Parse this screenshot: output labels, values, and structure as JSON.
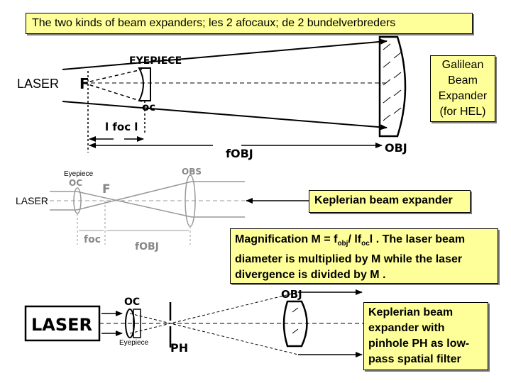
{
  "title": "The two kinds of beam expanders; les 2 afocaux; de 2 bundelverbreders",
  "galilean": {
    "label": "LASER",
    "box_lines": [
      "Galilean",
      "Beam",
      "Expander",
      "(for HEL)"
    ],
    "eyepiece": "EYEPIECE",
    "focus": "F",
    "oc": "oc",
    "f_oc": "l foc l",
    "obj": "OBJ",
    "f_obj": "fOBJ"
  },
  "keplerian": {
    "eyepiece_label": "Eyepiece",
    "laser_label": "LASER",
    "box": "Keplerian beam expander",
    "oc": "OC",
    "obs": "OBS",
    "focus": "F",
    "f_oc": "foc",
    "f_obj": "fOBJ"
  },
  "magnification": {
    "t1": "Magnification M = f",
    "s1": "obj",
    "t2": "/ lf",
    "s2": "oc",
    "t3": "l . The laser beam",
    "line2": "diameter is multiplied by M while the laser",
    "line3": "divergence is divided by M ."
  },
  "pinhole": {
    "laser_box": "LASER",
    "oc": "OC",
    "ph": "PH",
    "obj": "OBJ",
    "eyepiece_label": "Eyepiece",
    "box_lines": [
      "Keplerian beam",
      "expander with",
      "pinhole PH as low-",
      "pass spatial filter"
    ]
  }
}
